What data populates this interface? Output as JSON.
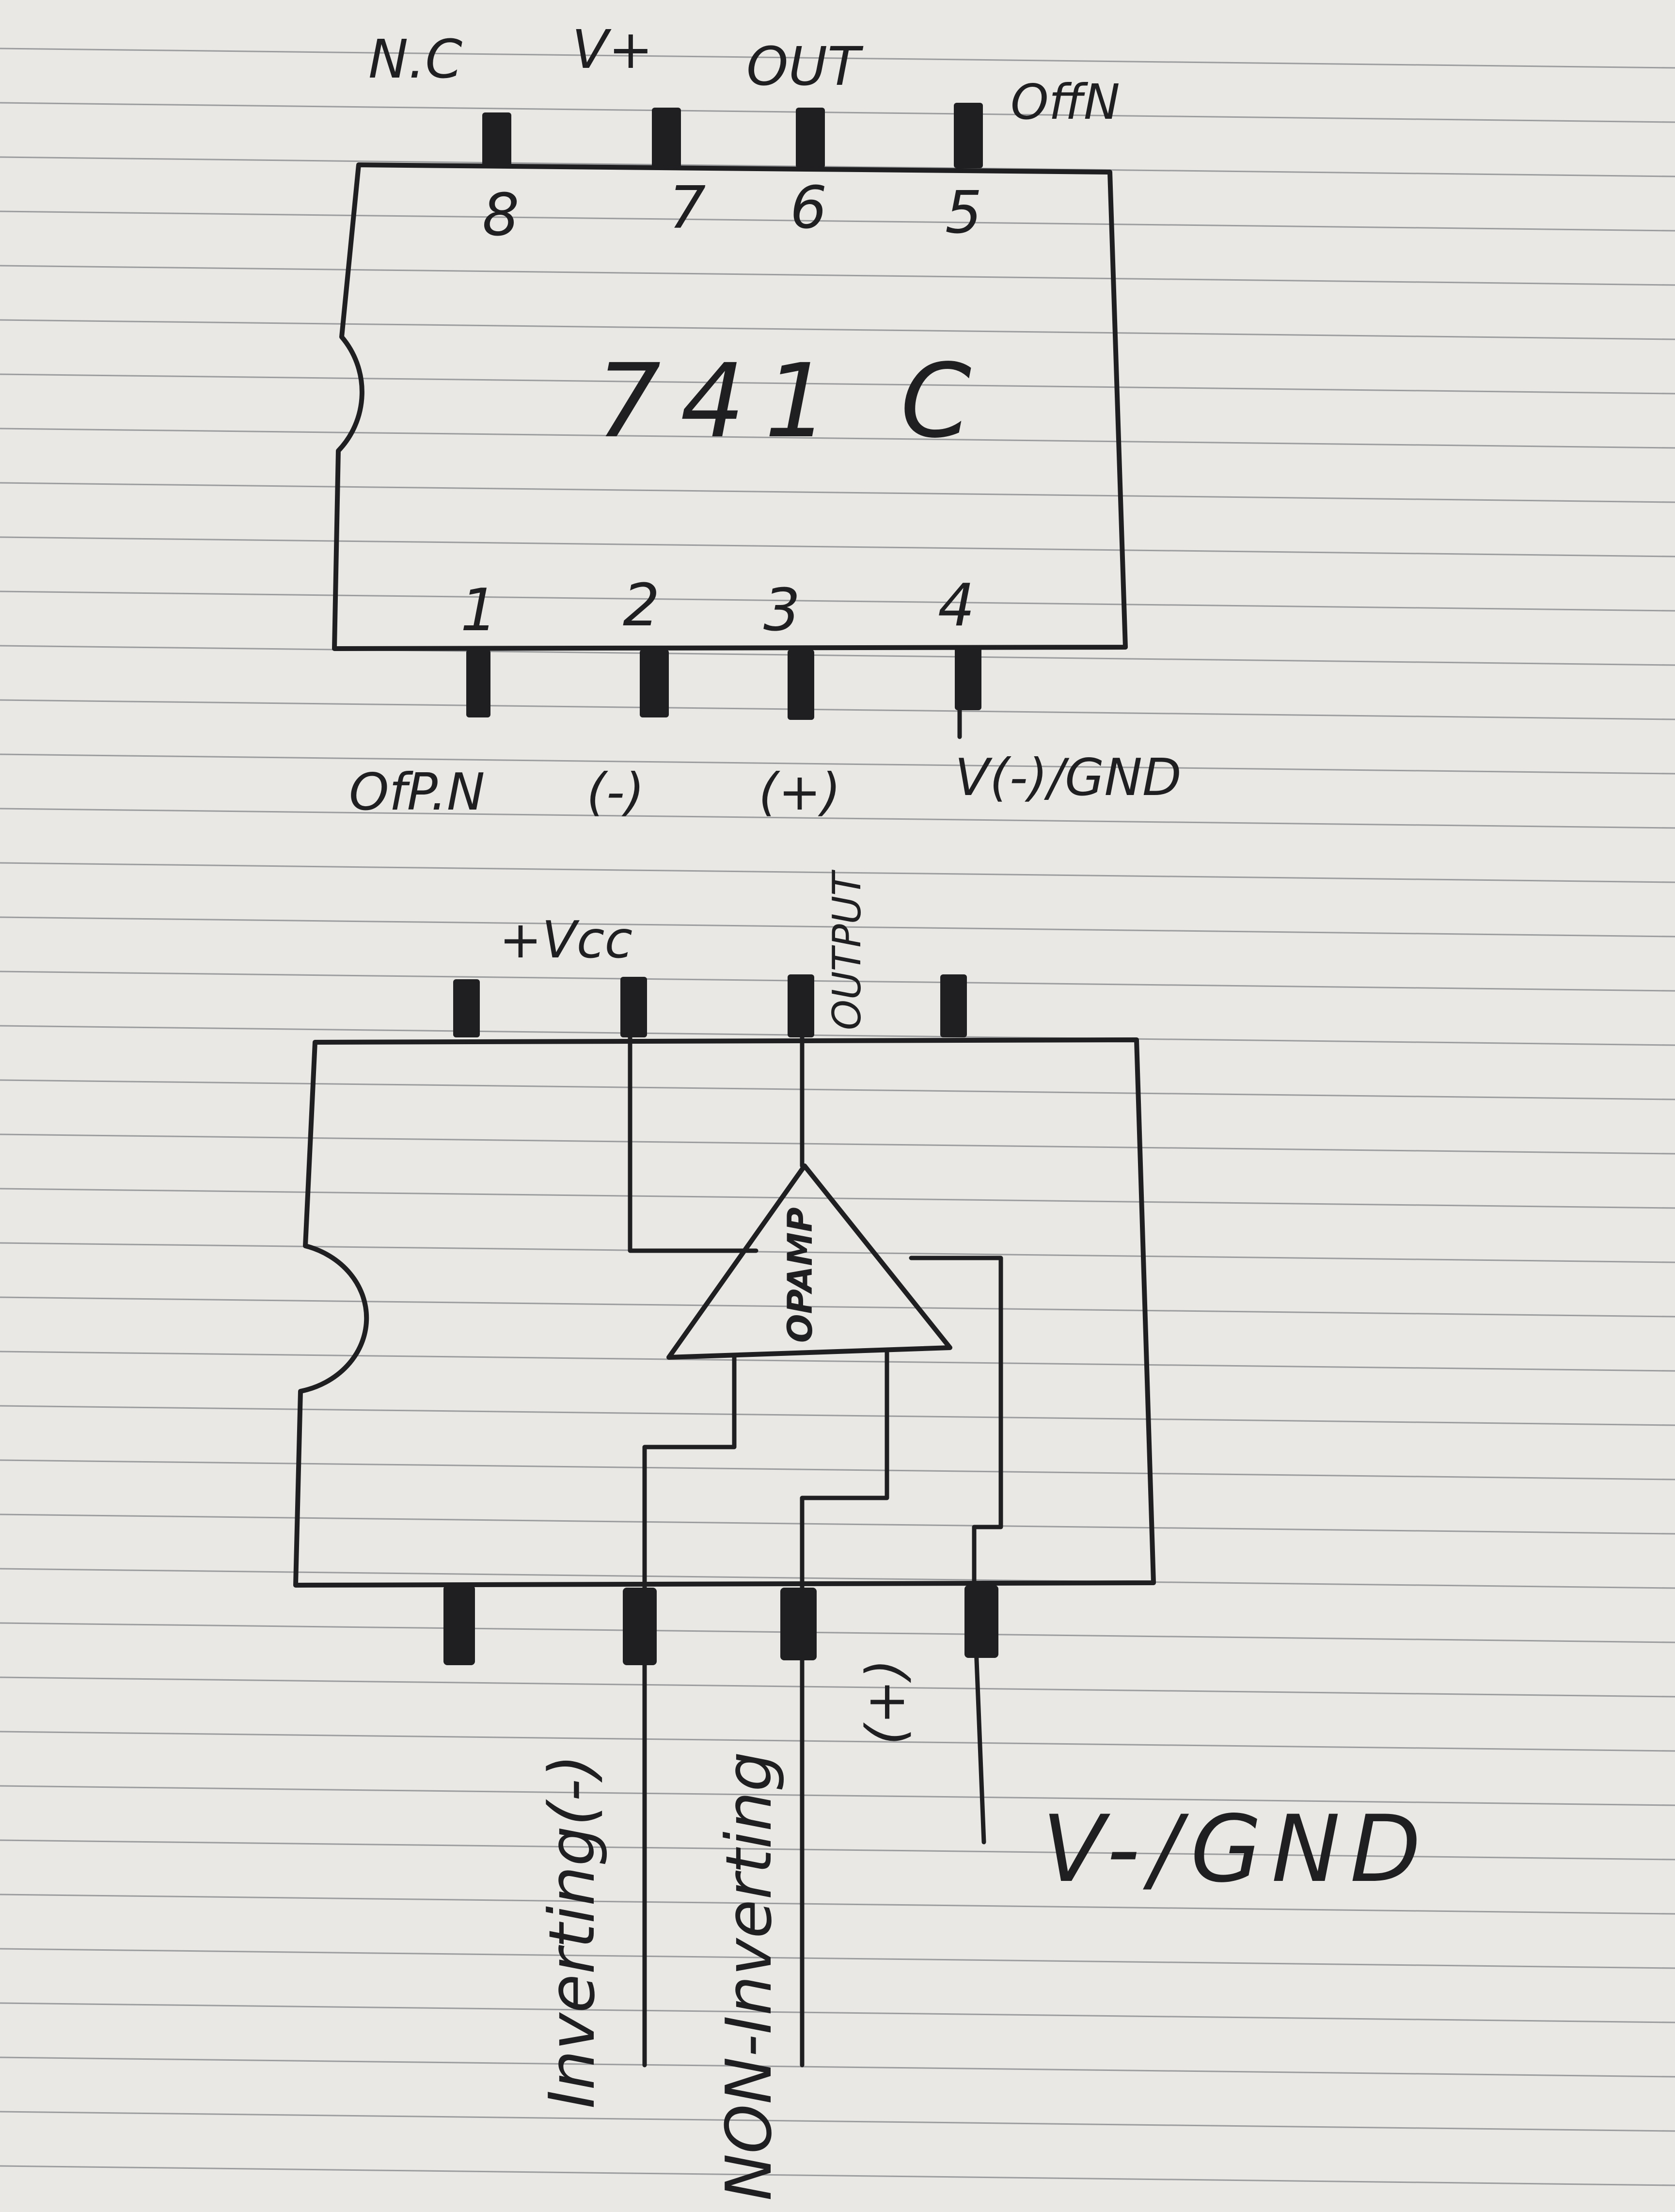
{
  "chip_pinout": {
    "part_number": "741 C",
    "top_labels": [
      "N.C",
      "V+",
      "OUT",
      "OffN"
    ],
    "bottom_labels": [
      "OfP.N",
      "(-)",
      "(+)",
      "V(-)/GND"
    ],
    "top_pin_numbers": [
      "8",
      "7",
      "6",
      "5"
    ],
    "bottom_pin_numbers": [
      "1",
      "2",
      "3",
      "4"
    ]
  },
  "internal_diagram": {
    "vcc_label": "+Vcc",
    "output_label": "OUTPUT",
    "opamp_label": "OPAMP",
    "inverting_label": "Inverting(-)",
    "non_inverting_label": "NON-Inverting",
    "plus_label": "(+)",
    "ground_label": "V-/GND"
  },
  "colors": {
    "ink": "#1f1f22",
    "paper": "#e9e8e4",
    "rule_lines": "#5d6065"
  }
}
